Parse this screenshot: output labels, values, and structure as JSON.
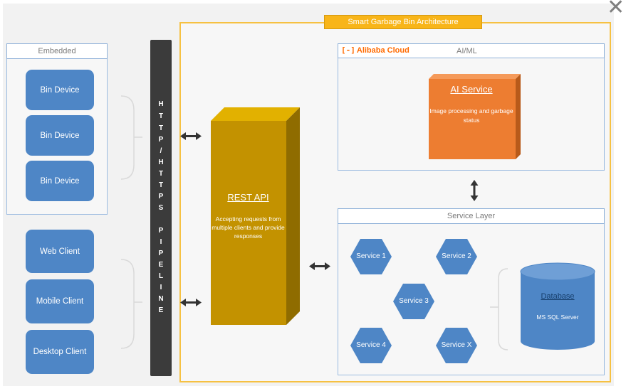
{
  "diagram": {
    "title": "Smart Garbage Bin Architecture",
    "embedded": {
      "header": "Embedded",
      "devices": [
        "Bin Device",
        "Bin Device",
        "Bin Device"
      ]
    },
    "clients": [
      "Web Client",
      "Mobile Client",
      "Desktop Client"
    ],
    "pipeline": {
      "letters": [
        "H",
        "T",
        "T",
        "P",
        "/",
        "H",
        "T",
        "T",
        "P",
        "S",
        "",
        "P",
        "I",
        "P",
        "E",
        "L",
        "I",
        "N",
        "E"
      ]
    },
    "rest_api": {
      "label": "REST API",
      "description": "Accepting requests from multiple clients and provide responses"
    },
    "cloud": {
      "logo": "Alibaba Cloud",
      "header": "AI/ML",
      "service": {
        "label": "AI Service",
        "description": "Image processing and garbage status"
      }
    },
    "service_layer": {
      "header": "Service Layer",
      "services": [
        "Service 1",
        "Service 2",
        "Service 3",
        "Service 4",
        "Service X"
      ]
    },
    "database": {
      "label": "Database",
      "description": "MS SQL Server"
    },
    "colors": {
      "device_blue": "#4e86c6",
      "pipeline_dark": "#3b3b3b",
      "rest_gold": "#c39200",
      "ai_orange": "#ed7d31",
      "title_amber": "#f8b519",
      "frame_border": "#f6c142"
    },
    "close_icon": "close-icon"
  }
}
